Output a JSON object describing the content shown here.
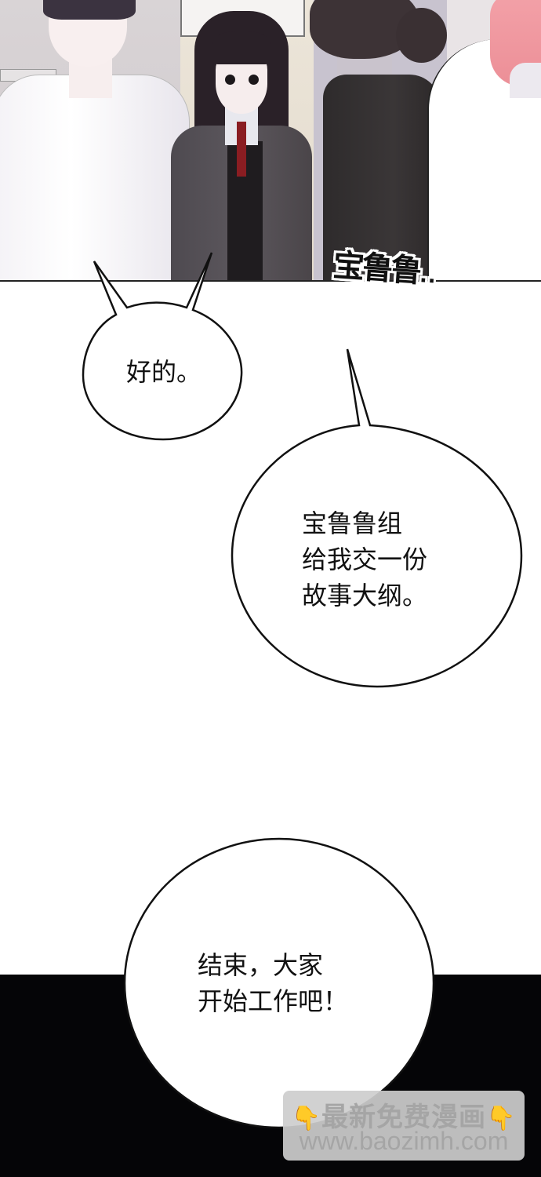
{
  "comic": {
    "top_panel": {
      "description": "Office scene: man in white shirt, long-haired girl with red tie, woman with hair bun, pink-haired person",
      "sfx": {
        "text": "宝鲁鲁",
        "trail": "..",
        "style": "hand-drawn"
      }
    },
    "bubbles": [
      {
        "id": "bubble-1",
        "shape": "spiky",
        "text": "好的。"
      },
      {
        "id": "bubble-2",
        "shape": "round",
        "text": "宝鲁鲁组\n给我交一份\n故事大纲。"
      },
      {
        "id": "bubble-3",
        "shape": "round",
        "text": "结束，大家\n开始工作吧！"
      }
    ],
    "bottom_panel": {
      "background": "#050507"
    }
  },
  "watermark": {
    "line1": "最新免费漫画",
    "line2": "www.baozimh.com",
    "icon_left": "👇",
    "icon_right": "👇",
    "hand_color": "#e7a51f"
  },
  "colors": {
    "page_bg": "#ffffff",
    "outline": "#111111",
    "tie_red": "#8a1d22",
    "pink_hair": "#f3a1a8"
  }
}
